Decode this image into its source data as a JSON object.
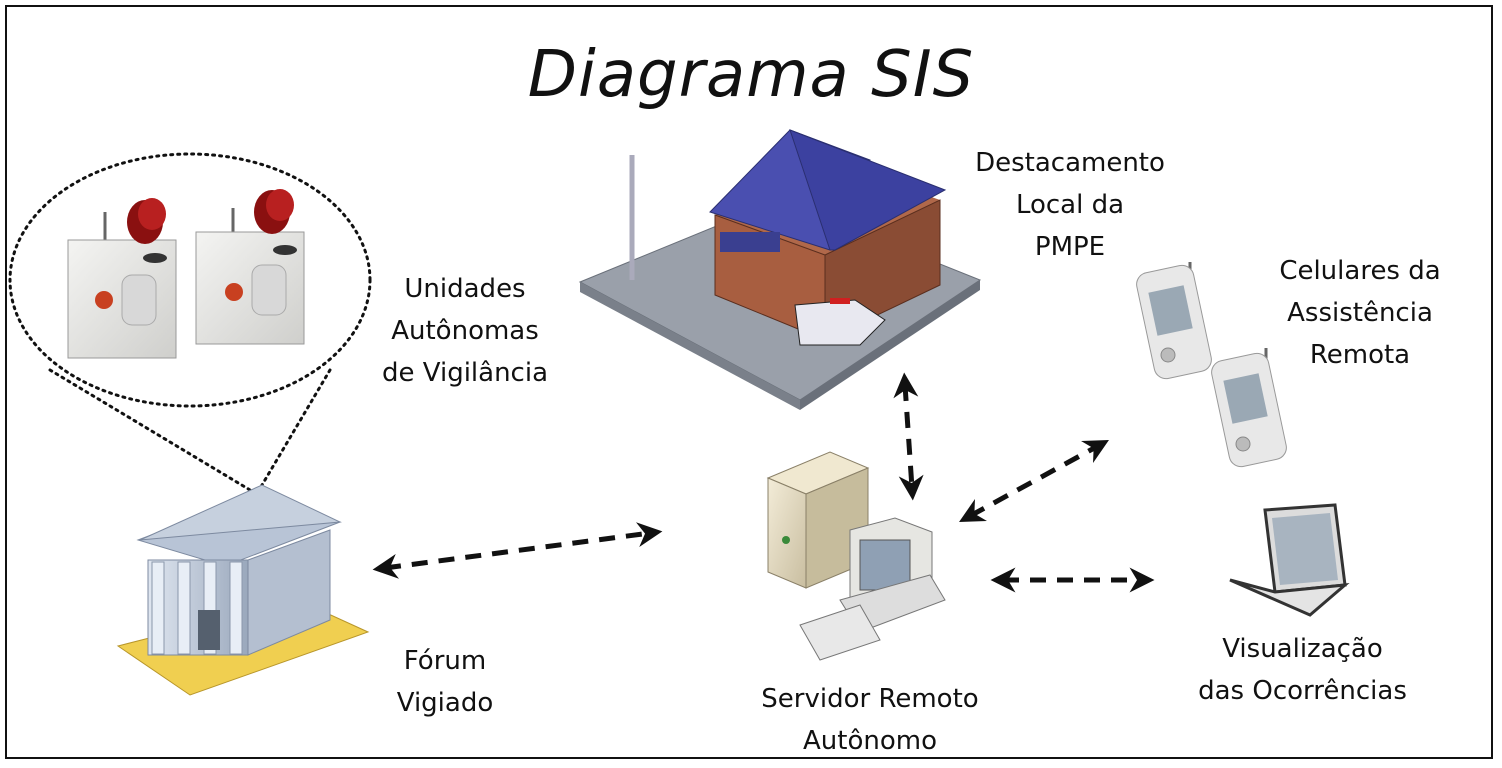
{
  "title": "Diagrama SIS",
  "nodes": {
    "police": {
      "line1": "Destacamento",
      "line2": "Local da",
      "line3": "PMPE"
    },
    "units": {
      "line1": "Unidades",
      "line2": "Autônomas",
      "line3": "de Vigilância"
    },
    "phones": {
      "line1": "Celulares da",
      "line2": "Assistência",
      "line3": "Remota"
    },
    "forum": {
      "line1": "Fórum",
      "line2": "Vigiado"
    },
    "server": {
      "line1": "Servidor Remoto",
      "line2": "Autônomo"
    },
    "viewer": {
      "line1": "Visualização",
      "line2": "das Ocorrências"
    }
  },
  "colors": {
    "arrow": "#111111",
    "building_brick": "#b0684a",
    "roof": "#4a4fb0",
    "device": "#e8e8e8"
  }
}
